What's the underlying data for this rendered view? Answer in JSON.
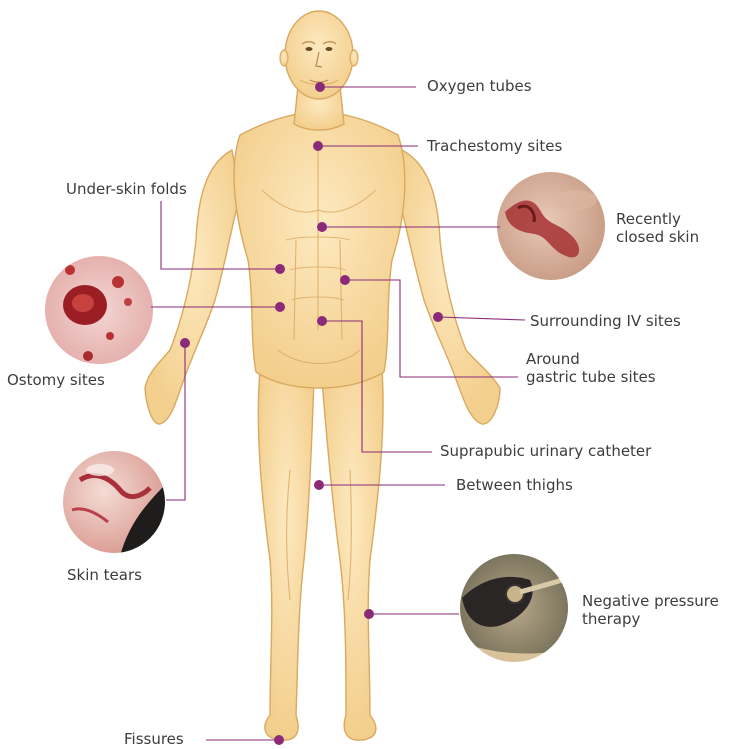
{
  "colors": {
    "skin": "#fbe3b0",
    "skin_shadow": "#e8c27e",
    "skin_outline": "#d9a95f",
    "leader": "#8b2a78",
    "dot": "#8b2a78",
    "wound": "#b51f2a"
  },
  "labels": {
    "oxygen_tubes": "Oxygen tubes",
    "trachestomy_sites": "Trachestomy sites",
    "under_skin_folds": "Under-skin folds",
    "recently_closed_skin": "Recently\nclosed skin",
    "ostomy_sites": "Ostomy sites",
    "surrounding_iv_sites": "Surrounding IV sites",
    "around_gastric_tube_sites": "Around\ngastric tube sites",
    "suprapubic_urinary_catheter": "Suprapubic urinary catheter",
    "between_thighs": "Between thighs",
    "skin_tears": "Skin tears",
    "negative_pressure_therapy": "Negative pressure\ntherapy",
    "fissures": "Fissures"
  },
  "photo_insets": [
    {
      "id": "recently-closed-skin",
      "depicts": "healed wound close-up"
    },
    {
      "id": "ostomy-sites",
      "depicts": "stoma close-up"
    },
    {
      "id": "skin-tears",
      "depicts": "skin tear close-up"
    },
    {
      "id": "negative-pressure-therapy",
      "depicts": "negative pressure dressing close-up"
    }
  ]
}
